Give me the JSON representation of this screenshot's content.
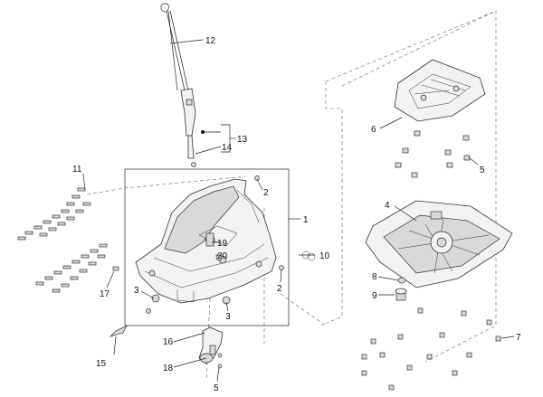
{
  "callouts": {
    "c1": "1",
    "c2a": "2",
    "c2b": "2",
    "c3a": "3",
    "c3b": "3",
    "c4": "4",
    "c5a": "5",
    "c5b": "5",
    "c6": "6",
    "c7": "7",
    "c8": "8",
    "c9": "9",
    "c10": "10",
    "c11": "11",
    "c12": "12",
    "c13": "13",
    "c14": "14",
    "c15": "15",
    "c16": "16",
    "c17": "17",
    "c18": "18",
    "c19": "19",
    "c20": "20"
  }
}
